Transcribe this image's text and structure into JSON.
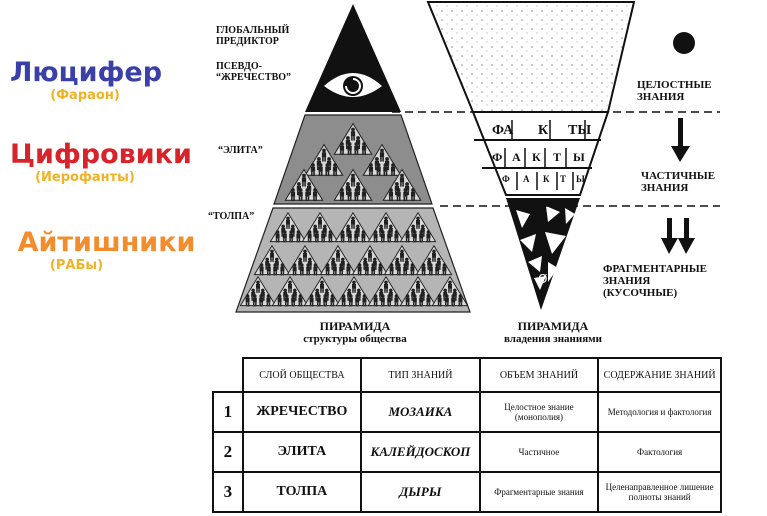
{
  "left_labels": {
    "lucifer": {
      "title": "Люцифер",
      "subtitle": "(Фараон)",
      "color": "#3b40a8",
      "sub_color": "#f2b224"
    },
    "cifroviki": {
      "title": "Цифровики",
      "subtitle": "(Иерофанты)",
      "color": "#d8232a",
      "sub_color": "#f2b224"
    },
    "aitishniki": {
      "title": "Айтишники",
      "subtitle": "(РАБы)",
      "color": "#f28c2c",
      "sub_color": "#f2b224"
    }
  },
  "pyramid_labels": {
    "global_line1": "ГЛОБАЛЬНЫЙ",
    "global_line2": "ПРЕДИКТОР",
    "pseudo_line1": "ПСЕВДО-",
    "pseudo_line2": "“ЖРЕЧЕСТВО”",
    "elite": "“ЭЛИТА”",
    "crowd": "“ТОЛПА”"
  },
  "right_labels": {
    "whole_line1": "ЦЕЛОСТНЫЕ",
    "whole_line2": "ЗНАНИЯ",
    "partial_line1": "ЧАСТИЧНЫЕ",
    "partial_line2": "ЗНАНИЯ",
    "frag_line1": "ФРАГМЕНТАРНЫЕ",
    "frag_line2": "ЗНАНИЯ",
    "frag_line3": "(КУСОЧНЫЕ)"
  },
  "facts_rows": [
    [
      "ФА",
      "К",
      "ТЫ"
    ],
    [
      "Ф",
      "А",
      "К",
      "Т",
      "Ы"
    ],
    [
      "Ф",
      "А",
      "К",
      "Т",
      "Ы"
    ]
  ],
  "zero_symbol": "Ø",
  "captions": {
    "left_line1": "ПИРАМИДА",
    "left_line2": "структуры общества",
    "right_line1": "ПИРАМИДА",
    "right_line2": "владения знаниями"
  },
  "table": {
    "headers": [
      "СЛОЙ ОБЩЕСТВА",
      "ТИП ЗНАНИЙ",
      "ОБЪЕМ ЗНАНИЙ",
      "СОДЕРЖАНИЕ ЗНАНИЙ"
    ],
    "rows": [
      {
        "num": "1",
        "layer": "ЖРЕЧЕСТВО",
        "type": "МОЗАИКА",
        "volume": "Целостное знание (монополия)",
        "content": "Методология и фактология"
      },
      {
        "num": "2",
        "layer": "ЭЛИТА",
        "type": "КАЛЕЙДОСКОП",
        "volume": "Частичное",
        "content": "Фактология"
      },
      {
        "num": "3",
        "layer": "ТОЛПА",
        "type": "ДЫРЫ",
        "volume": "Фрагментарные знания",
        "content": "Целенаправленное лишение полноты знаний"
      }
    ]
  }
}
